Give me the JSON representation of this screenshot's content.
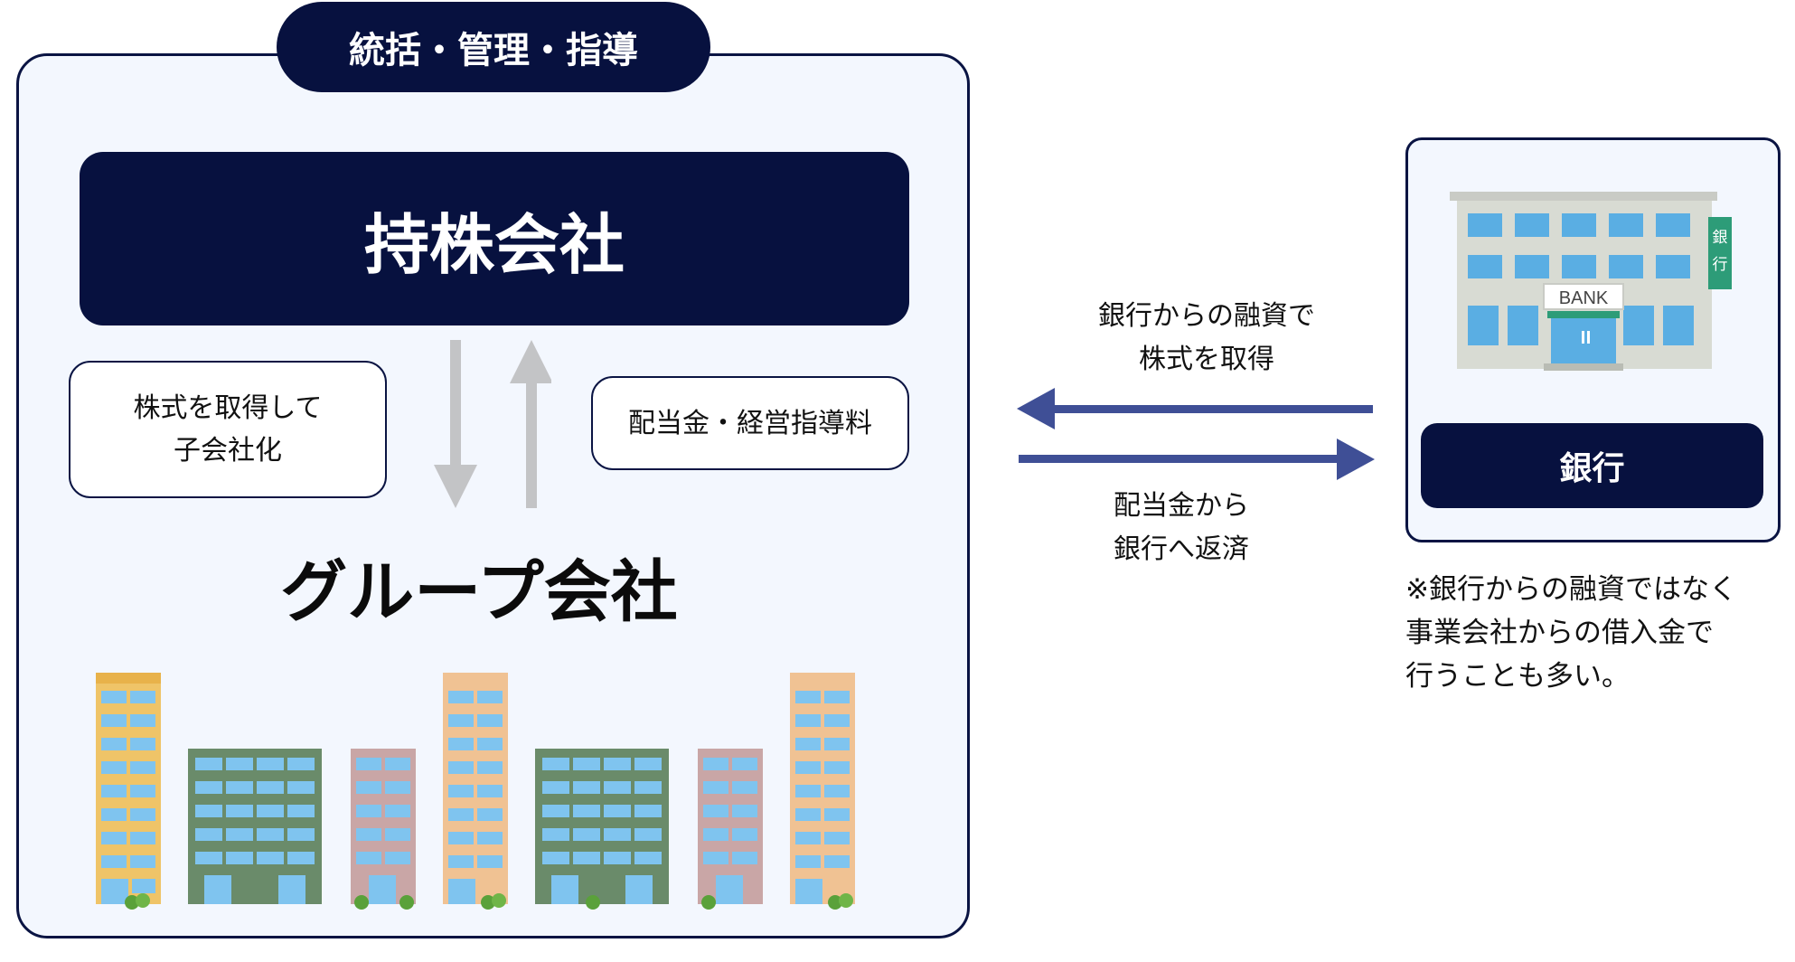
{
  "group_panel": {
    "tab_label": "統括・管理・指導",
    "holding_company": "持株会社",
    "acquire_note": "株式を取得して\n子会社化",
    "dividend_note": "配当金・経営指導料",
    "group_company": "グループ会社"
  },
  "flows": {
    "loan_label": "銀行からの融資で\n株式を取得",
    "repay_label": "配当金から\n銀行へ返済"
  },
  "bank": {
    "sign_text": "BANK",
    "side_sign": "銀行",
    "label": "銀行",
    "footnote": "※銀行からの融資ではなく\n事業会社からの借入金で\n行うことも多い。"
  },
  "colors": {
    "navy": "#07113f",
    "panel_bg": "#f3f7fe",
    "arrow_blue": "#3f4f96",
    "arrow_gray": "#c3c4c6",
    "bank_green": "#2d9c78"
  },
  "icons": {
    "buildings": [
      "yellow-tower",
      "green-wide",
      "mauve-tower",
      "orange-tower",
      "green-wide",
      "mauve-tower",
      "orange-tower"
    ],
    "bank": "bank-building-icon"
  }
}
